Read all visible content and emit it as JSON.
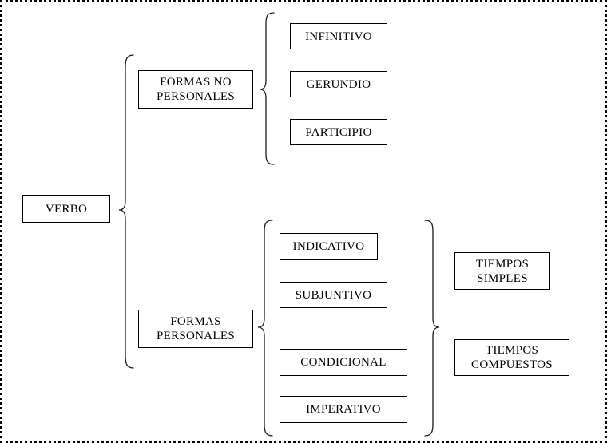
{
  "diagram": {
    "nodes": {
      "verbo": {
        "label": "VERBO"
      },
      "formas_no_personales": {
        "label": "FORMAS NO PERSONALES"
      },
      "infinitivo": {
        "label": "INFINITIVO"
      },
      "gerundio": {
        "label": "GERUNDIO"
      },
      "participio": {
        "label": "PARTICIPIO"
      },
      "formas_personales": {
        "label": "FORMAS PERSONALES"
      },
      "indicativo": {
        "label": "INDICATIVO"
      },
      "subjuntivo": {
        "label": "SUBJUNTIVO"
      },
      "condicional": {
        "label": "CONDICIONAL"
      },
      "imperativo": {
        "label": "IMPERATIVO"
      },
      "tiempos_simples": {
        "label": "TIEMPOS SIMPLES"
      },
      "tiempos_compuestos": {
        "label": "TIEMPOS COMPUESTOS"
      }
    },
    "structure": {
      "root": "VERBO",
      "branches": [
        {
          "parent": "FORMAS NO PERSONALES",
          "children": [
            "INFINITIVO",
            "GERUNDIO",
            "PARTICIPIO"
          ]
        },
        {
          "parent": "FORMAS PERSONALES",
          "children": [
            "INDICATIVO",
            "SUBJUNTIVO",
            "CONDICIONAL",
            "IMPERATIVO"
          ],
          "children_grouped_into": [
            "TIEMPOS SIMPLES",
            "TIEMPOS COMPUESTOS"
          ]
        }
      ]
    },
    "colors": {
      "line": "#000000",
      "background": "#ffffff",
      "text": "#000000"
    }
  }
}
